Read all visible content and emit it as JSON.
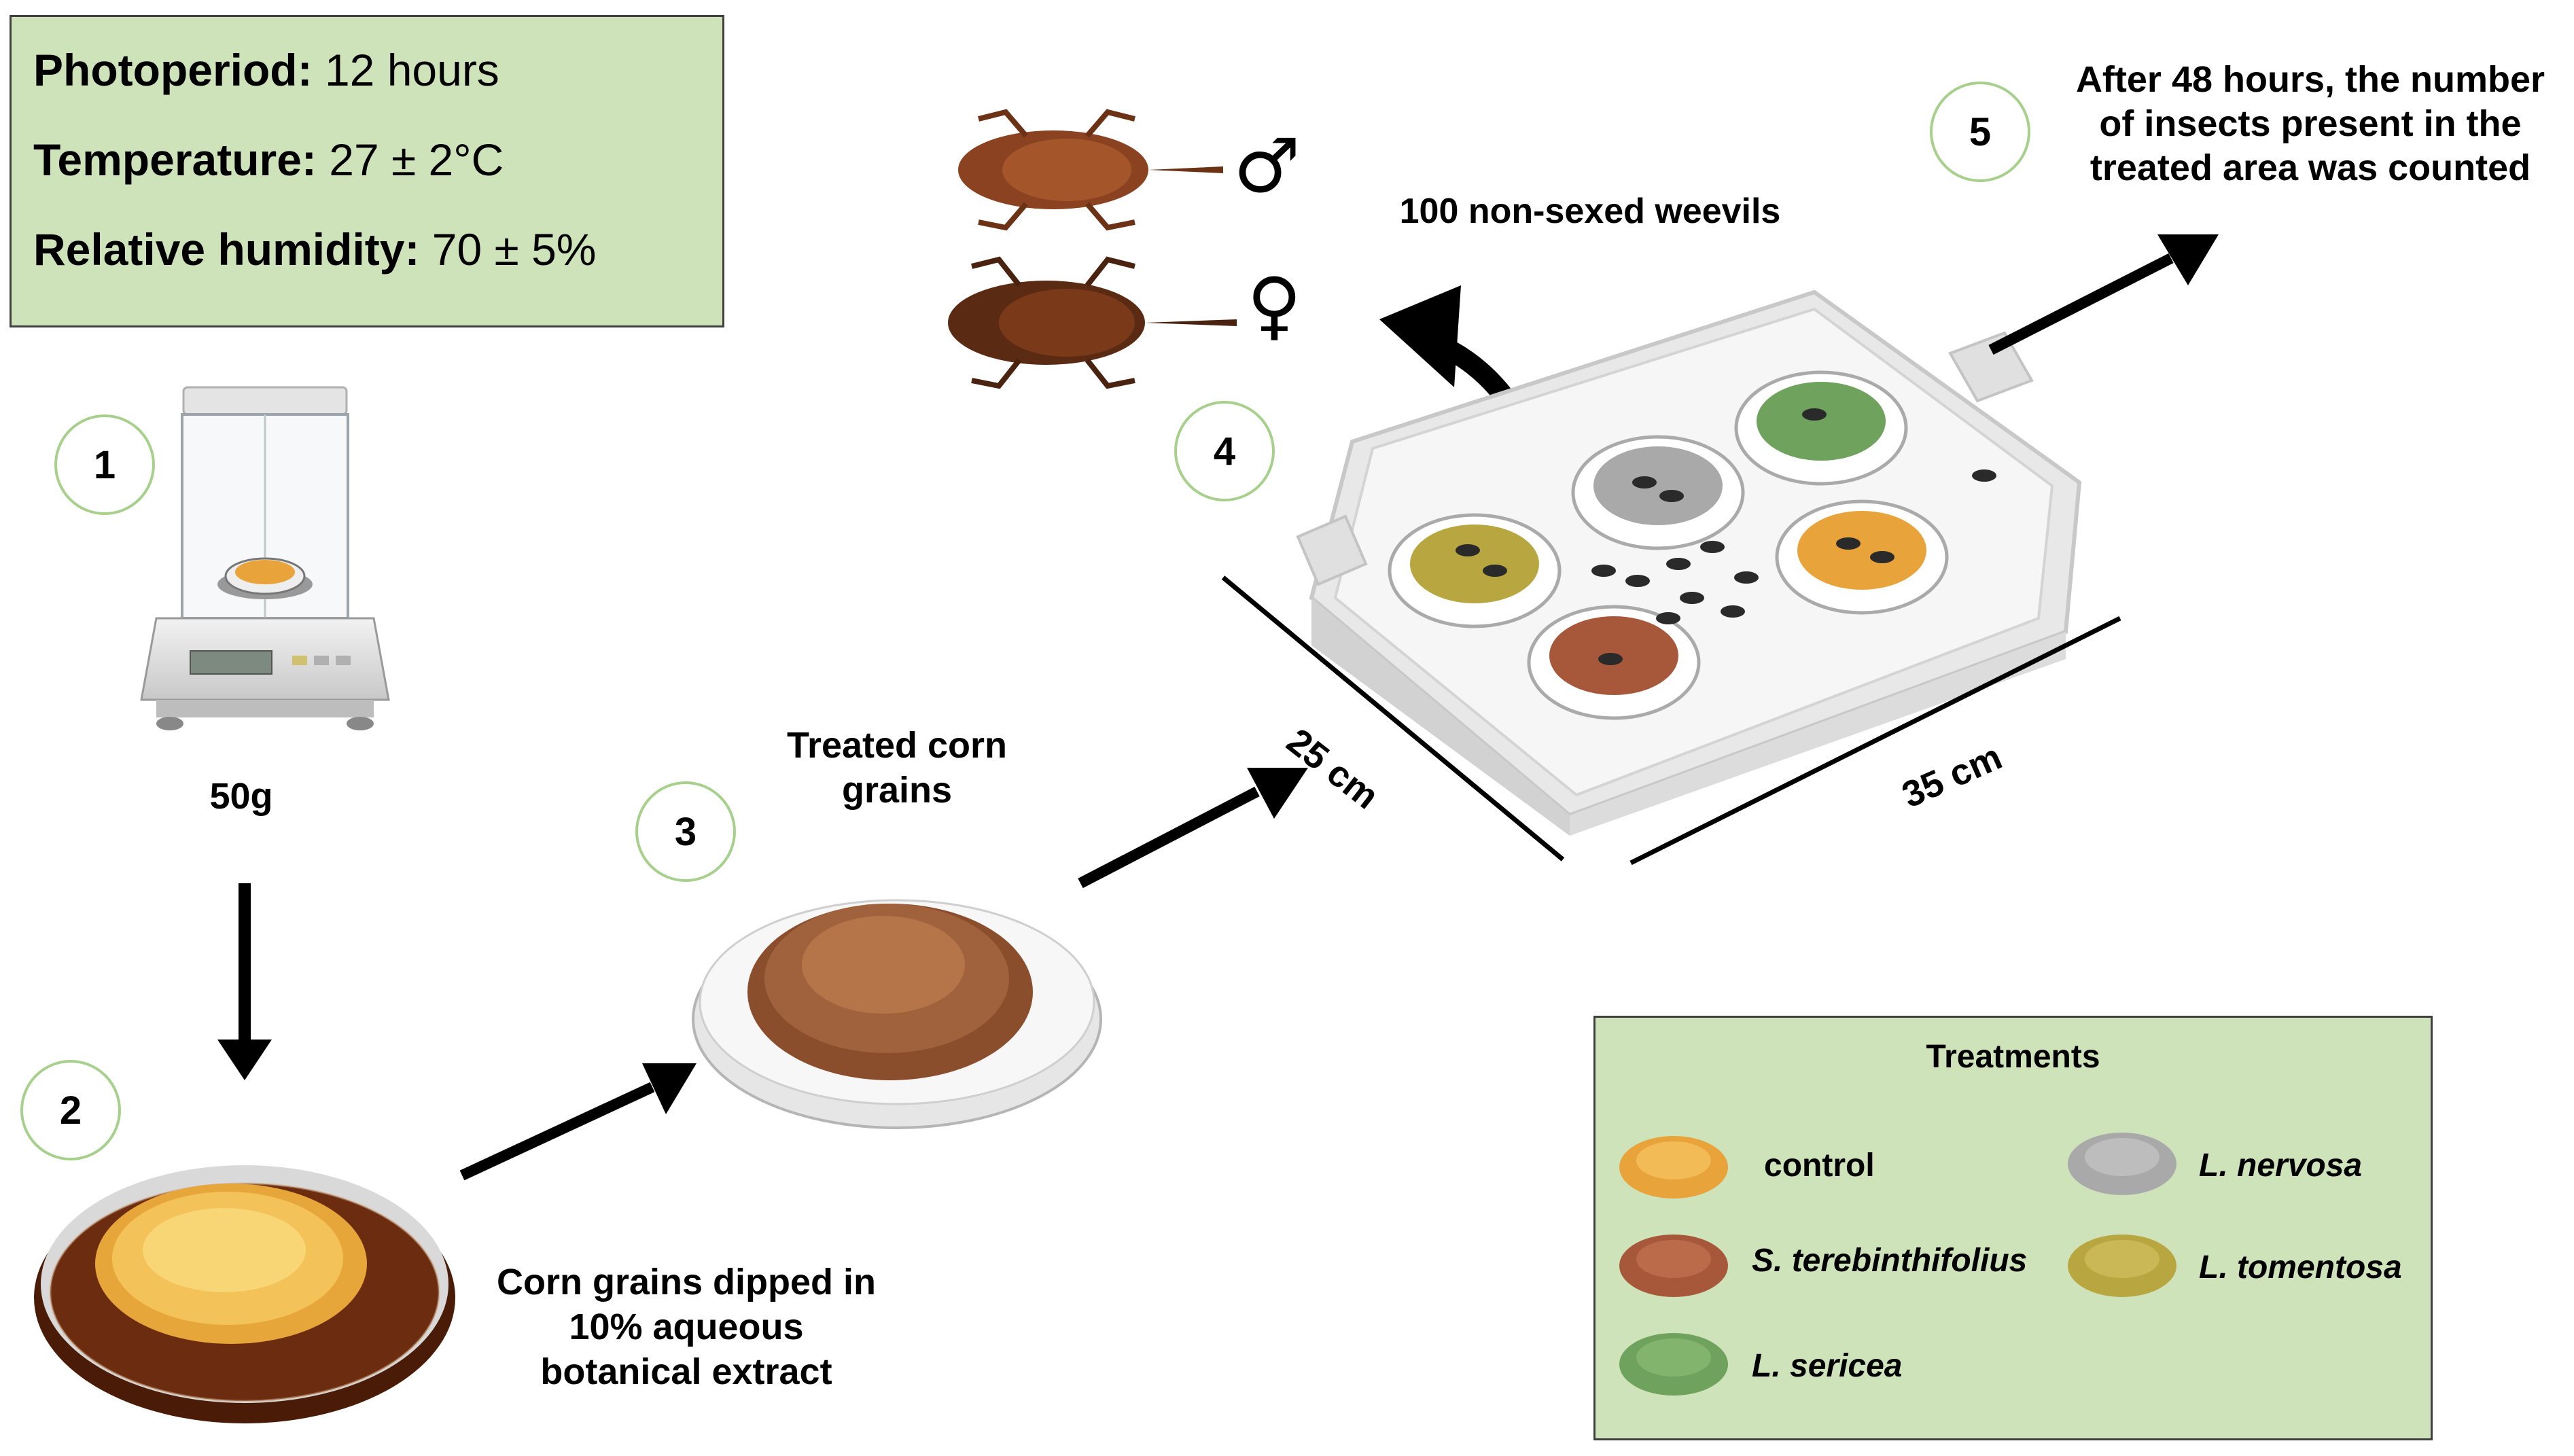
{
  "conditions": {
    "photoperiod": {
      "label": "Photoperiod:",
      "value": "12 hours"
    },
    "temperature": {
      "label": "Temperature:",
      "value": "27 ± 2°C"
    },
    "humidity": {
      "label": "Relative humidity:",
      "value": "70 ± 5%"
    }
  },
  "steps": {
    "s1": {
      "number": "1",
      "label": "50g"
    },
    "s2": {
      "number": "2",
      "label_lines": [
        "Corn grains dipped in",
        "10% aqueous",
        "botanical extract"
      ]
    },
    "s3": {
      "number": "3",
      "label_lines": [
        "Treated corn",
        "grains"
      ]
    },
    "s4": {
      "number": "4",
      "label": "100 non-sexed weevils",
      "dim_width": "25 cm",
      "dim_length": "35 cm"
    },
    "s5": {
      "number": "5",
      "label_lines": [
        "After 48 hours, the number",
        "of insects present in the",
        "treated area was counted"
      ]
    }
  },
  "symbols": {
    "male": "♂",
    "female": "♀"
  },
  "legend": {
    "title": "Treatments",
    "items": [
      {
        "label": "control",
        "color": "#e8a43a",
        "italic": false
      },
      {
        "label": "L. nervosa",
        "color": "#a9a9a9",
        "italic": true
      },
      {
        "label": "S. terebinthifolius",
        "color": "#a8583a",
        "italic": true
      },
      {
        "label": "L. tomentosa",
        "color": "#b8a640",
        "italic": true
      },
      {
        "label": "L. sericea",
        "color": "#6fa25c",
        "italic": true
      }
    ]
  },
  "colors": {
    "panel_fill": "#cfe3bb",
    "step_circle_border": "#a8d08d",
    "extract": "#6b2c10",
    "corn_raw": "#f0b94a",
    "corn_treated": "#a0623c"
  },
  "icons": [
    "balance-icon",
    "weevil-icon",
    "petri-dish-icon",
    "tray-icon",
    "arrow-icon"
  ]
}
